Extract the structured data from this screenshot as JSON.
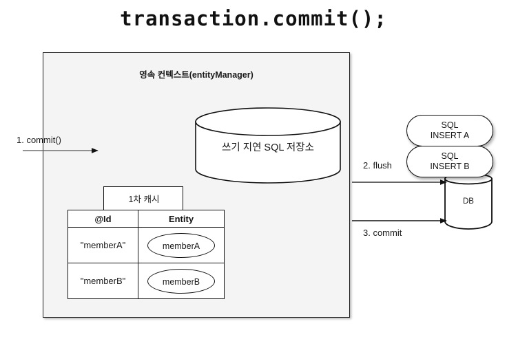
{
  "title": "transaction.commit();",
  "persistence_context": {
    "label": "영속 컨텍스트(entityManager)",
    "write_behind_store": {
      "label": "쓰기 지연 SQL 저장소",
      "shape": "cylinder-icon"
    },
    "first_level_cache": {
      "tab_label": "1차 캐시",
      "columns": [
        "@Id",
        "Entity"
      ],
      "rows": [
        {
          "id": "\"memberA\"",
          "entity": "memberA"
        },
        {
          "id": "\"memberB\"",
          "entity": "memberB"
        }
      ]
    }
  },
  "sql_statements": [
    {
      "line1": "SQL",
      "line2": "INSERT A"
    },
    {
      "line1": "SQL",
      "line2": "INSERT B"
    }
  ],
  "database": {
    "label": "DB",
    "shape": "cylinder-icon"
  },
  "flow_steps": [
    {
      "label": "1. commit()"
    },
    {
      "label": "2. flush"
    },
    {
      "label": "3. commit"
    }
  ],
  "colors": {
    "context_fill": "#f4f4f4",
    "stroke": "#111111",
    "page_background": "#ffffff"
  }
}
